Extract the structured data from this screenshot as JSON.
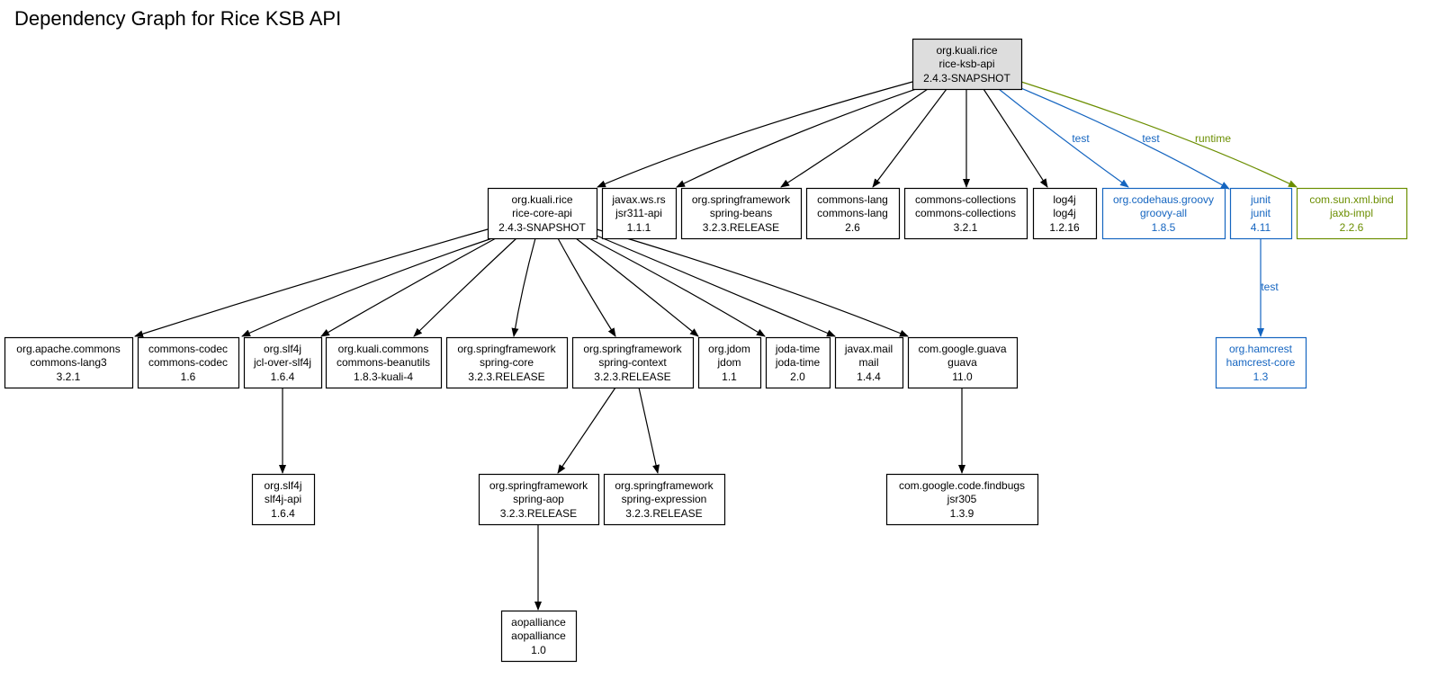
{
  "title": "Dependency Graph for Rice KSB API",
  "colors": {
    "default": "#000000",
    "test": "#1565c0",
    "runtime": "#6b8e00",
    "root_fill": "#dddddd"
  },
  "nodes": [
    {
      "id": "rice-ksb-api",
      "group": "org.kuali.rice",
      "artifact": "rice-ksb-api",
      "version": "2.4.3-SNAPSHOT",
      "scope": "root"
    },
    {
      "id": "rice-core-api",
      "group": "org.kuali.rice",
      "artifact": "rice-core-api",
      "version": "2.4.3-SNAPSHOT",
      "scope": "compile"
    },
    {
      "id": "jsr311-api",
      "group": "javax.ws.rs",
      "artifact": "jsr311-api",
      "version": "1.1.1",
      "scope": "compile"
    },
    {
      "id": "spring-beans",
      "group": "org.springframework",
      "artifact": "spring-beans",
      "version": "3.2.3.RELEASE",
      "scope": "compile"
    },
    {
      "id": "commons-lang",
      "group": "commons-lang",
      "artifact": "commons-lang",
      "version": "2.6",
      "scope": "compile"
    },
    {
      "id": "commons-collections",
      "group": "commons-collections",
      "artifact": "commons-collections",
      "version": "3.2.1",
      "scope": "compile"
    },
    {
      "id": "log4j",
      "group": "log4j",
      "artifact": "log4j",
      "version": "1.2.16",
      "scope": "compile"
    },
    {
      "id": "groovy-all",
      "group": "org.codehaus.groovy",
      "artifact": "groovy-all",
      "version": "1.8.5",
      "scope": "test"
    },
    {
      "id": "junit",
      "group": "junit",
      "artifact": "junit",
      "version": "4.11",
      "scope": "test"
    },
    {
      "id": "jaxb-impl",
      "group": "com.sun.xml.bind",
      "artifact": "jaxb-impl",
      "version": "2.2.6",
      "scope": "runtime"
    },
    {
      "id": "commons-lang3",
      "group": "org.apache.commons",
      "artifact": "commons-lang3",
      "version": "3.2.1",
      "scope": "compile"
    },
    {
      "id": "commons-codec",
      "group": "commons-codec",
      "artifact": "commons-codec",
      "version": "1.6",
      "scope": "compile"
    },
    {
      "id": "jcl-over-slf4j",
      "group": "org.slf4j",
      "artifact": "jcl-over-slf4j",
      "version": "1.6.4",
      "scope": "compile"
    },
    {
      "id": "commons-beanutils",
      "group": "org.kuali.commons",
      "artifact": "commons-beanutils",
      "version": "1.8.3-kuali-4",
      "scope": "compile"
    },
    {
      "id": "spring-core",
      "group": "org.springframework",
      "artifact": "spring-core",
      "version": "3.2.3.RELEASE",
      "scope": "compile"
    },
    {
      "id": "spring-context",
      "group": "org.springframework",
      "artifact": "spring-context",
      "version": "3.2.3.RELEASE",
      "scope": "compile"
    },
    {
      "id": "jdom",
      "group": "org.jdom",
      "artifact": "jdom",
      "version": "1.1",
      "scope": "compile"
    },
    {
      "id": "joda-time",
      "group": "joda-time",
      "artifact": "joda-time",
      "version": "2.0",
      "scope": "compile"
    },
    {
      "id": "mail",
      "group": "javax.mail",
      "artifact": "mail",
      "version": "1.4.4",
      "scope": "compile"
    },
    {
      "id": "guava",
      "group": "com.google.guava",
      "artifact": "guava",
      "version": "11.0",
      "scope": "compile"
    },
    {
      "id": "hamcrest-core",
      "group": "org.hamcrest",
      "artifact": "hamcrest-core",
      "version": "1.3",
      "scope": "test"
    },
    {
      "id": "slf4j-api",
      "group": "org.slf4j",
      "artifact": "slf4j-api",
      "version": "1.6.4",
      "scope": "compile"
    },
    {
      "id": "spring-aop",
      "group": "org.springframework",
      "artifact": "spring-aop",
      "version": "3.2.3.RELEASE",
      "scope": "compile"
    },
    {
      "id": "spring-expression",
      "group": "org.springframework",
      "artifact": "spring-expression",
      "version": "3.2.3.RELEASE",
      "scope": "compile"
    },
    {
      "id": "jsr305",
      "group": "com.google.code.findbugs",
      "artifact": "jsr305",
      "version": "1.3.9",
      "scope": "compile"
    },
    {
      "id": "aopalliance",
      "group": "aopalliance",
      "artifact": "aopalliance",
      "version": "1.0",
      "scope": "compile"
    }
  ],
  "edges": [
    {
      "from": "rice-ksb-api",
      "to": "rice-core-api",
      "scope": "compile",
      "label": ""
    },
    {
      "from": "rice-ksb-api",
      "to": "jsr311-api",
      "scope": "compile",
      "label": ""
    },
    {
      "from": "rice-ksb-api",
      "to": "spring-beans",
      "scope": "compile",
      "label": ""
    },
    {
      "from": "rice-ksb-api",
      "to": "commons-lang",
      "scope": "compile",
      "label": ""
    },
    {
      "from": "rice-ksb-api",
      "to": "commons-collections",
      "scope": "compile",
      "label": ""
    },
    {
      "from": "rice-ksb-api",
      "to": "log4j",
      "scope": "compile",
      "label": ""
    },
    {
      "from": "rice-ksb-api",
      "to": "groovy-all",
      "scope": "test",
      "label": "test"
    },
    {
      "from": "rice-ksb-api",
      "to": "junit",
      "scope": "test",
      "label": "test"
    },
    {
      "from": "rice-ksb-api",
      "to": "jaxb-impl",
      "scope": "runtime",
      "label": "runtime"
    },
    {
      "from": "rice-core-api",
      "to": "commons-lang3",
      "scope": "compile",
      "label": ""
    },
    {
      "from": "rice-core-api",
      "to": "commons-codec",
      "scope": "compile",
      "label": ""
    },
    {
      "from": "rice-core-api",
      "to": "jcl-over-slf4j",
      "scope": "compile",
      "label": ""
    },
    {
      "from": "rice-core-api",
      "to": "commons-beanutils",
      "scope": "compile",
      "label": ""
    },
    {
      "from": "rice-core-api",
      "to": "spring-core",
      "scope": "compile",
      "label": ""
    },
    {
      "from": "rice-core-api",
      "to": "spring-context",
      "scope": "compile",
      "label": ""
    },
    {
      "from": "rice-core-api",
      "to": "jdom",
      "scope": "compile",
      "label": ""
    },
    {
      "from": "rice-core-api",
      "to": "joda-time",
      "scope": "compile",
      "label": ""
    },
    {
      "from": "rice-core-api",
      "to": "mail",
      "scope": "compile",
      "label": ""
    },
    {
      "from": "rice-core-api",
      "to": "guava",
      "scope": "compile",
      "label": ""
    },
    {
      "from": "junit",
      "to": "hamcrest-core",
      "scope": "test",
      "label": "test"
    },
    {
      "from": "jcl-over-slf4j",
      "to": "slf4j-api",
      "scope": "compile",
      "label": ""
    },
    {
      "from": "spring-context",
      "to": "spring-aop",
      "scope": "compile",
      "label": ""
    },
    {
      "from": "spring-context",
      "to": "spring-expression",
      "scope": "compile",
      "label": ""
    },
    {
      "from": "guava",
      "to": "jsr305",
      "scope": "compile",
      "label": ""
    },
    {
      "from": "spring-aop",
      "to": "aopalliance",
      "scope": "compile",
      "label": ""
    }
  ]
}
